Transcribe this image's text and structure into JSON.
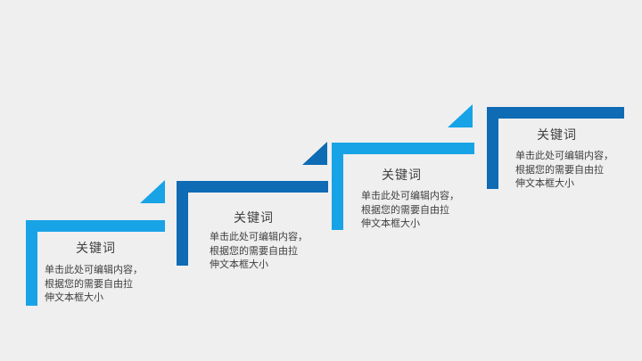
{
  "slide": {
    "background_color": "#efeff0",
    "colors": {
      "light_blue": "#17a3e6",
      "dark_blue": "#0e6bb4",
      "text": "#404040"
    },
    "diagram": {
      "type": "staircase-steps",
      "step_count": 4
    },
    "steps": [
      {
        "keyword": "关键词",
        "description": "单击此处可编辑内容，\n根据您的需要自由拉\n伸文本框大小",
        "shape_color": "#17a3e6"
      },
      {
        "keyword": "关键词",
        "description": "单击此处可编辑内容，\n根据您的需要自由拉\n伸文本框大小",
        "shape_color": "#0e6bb4"
      },
      {
        "keyword": "关键词",
        "description": "单击此处可编辑内容，\n根据您的需要自由拉\n伸文本框大小",
        "shape_color": "#17a3e6"
      },
      {
        "keyword": "关键词",
        "description": "单击此处可编辑内容，\n根据您的需要自由拉\n伸文本框大小",
        "shape_color": "#0e6bb4"
      }
    ]
  }
}
